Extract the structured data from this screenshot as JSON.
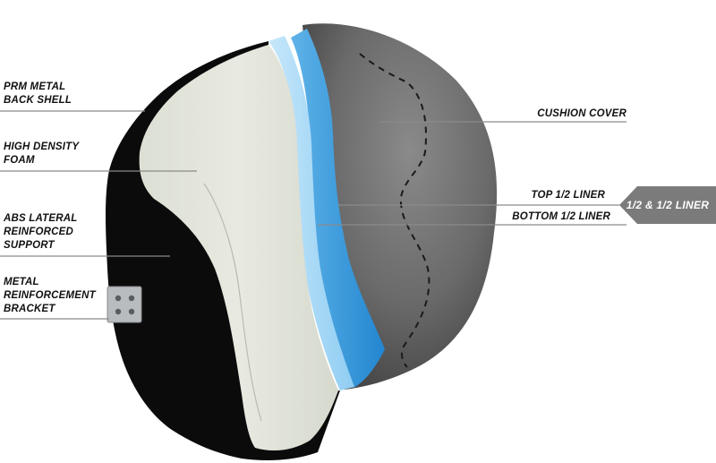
{
  "labels": {
    "back_shell": [
      "PRM METAL",
      "BACK SHELL"
    ],
    "foam": [
      "HIGH DENSITY",
      "FOAM"
    ],
    "abs": [
      "ABS LATERAL",
      "REINFORCED",
      "SUPPORT"
    ],
    "bracket": [
      "METAL",
      "REINFORCEMENT",
      "BRACKET"
    ],
    "cushion_cover": "CUSHION COVER",
    "top_liner": "TOP 1/2 LINER",
    "bottom_liner": "BOTTOM 1/2 LINER"
  },
  "badge": {
    "text": "1/2 & 1/2 LINER"
  },
  "colors": {
    "shell": "#0a0a0a",
    "foam": "#e4e6dc",
    "liner_light": "#a8d8f5",
    "liner_mid": "#6cbcea",
    "liner_dark": "#2a8fd6",
    "cover": "#6a6a6a",
    "leader": "#888888",
    "badge": "#7a7a7a"
  }
}
